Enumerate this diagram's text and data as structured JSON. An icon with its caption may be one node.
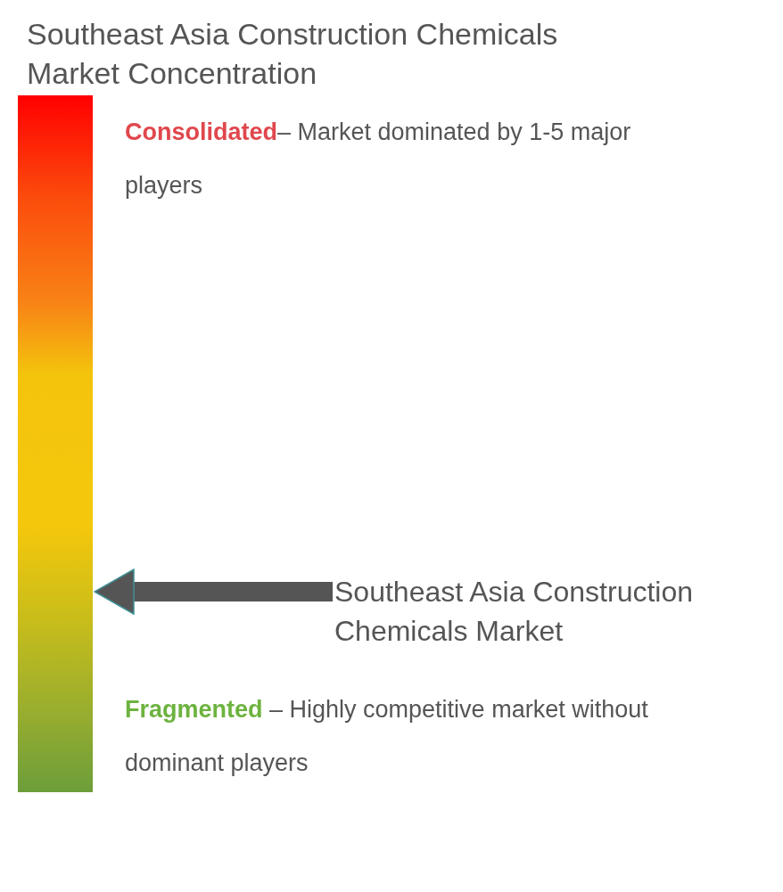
{
  "diagram": {
    "title": "Southeast Asia Construction Chemicals Market Concentration",
    "nodes": [
      {
        "text": [],
        "shape": "bar"
      },
      {
        "text": [
          "Southeast Asia Construction Chemicals Market"
        ]
      }
    ],
    "edges": [
      {
        "from": 1,
        "to": 0,
        "arrow": "to"
      }
    ],
    "labels": [
      "**Consolidated**– Market dominated by 1-5 major players",
      "**Fragmented** – Highly competitive market without dominant players"
    ]
  }
}
